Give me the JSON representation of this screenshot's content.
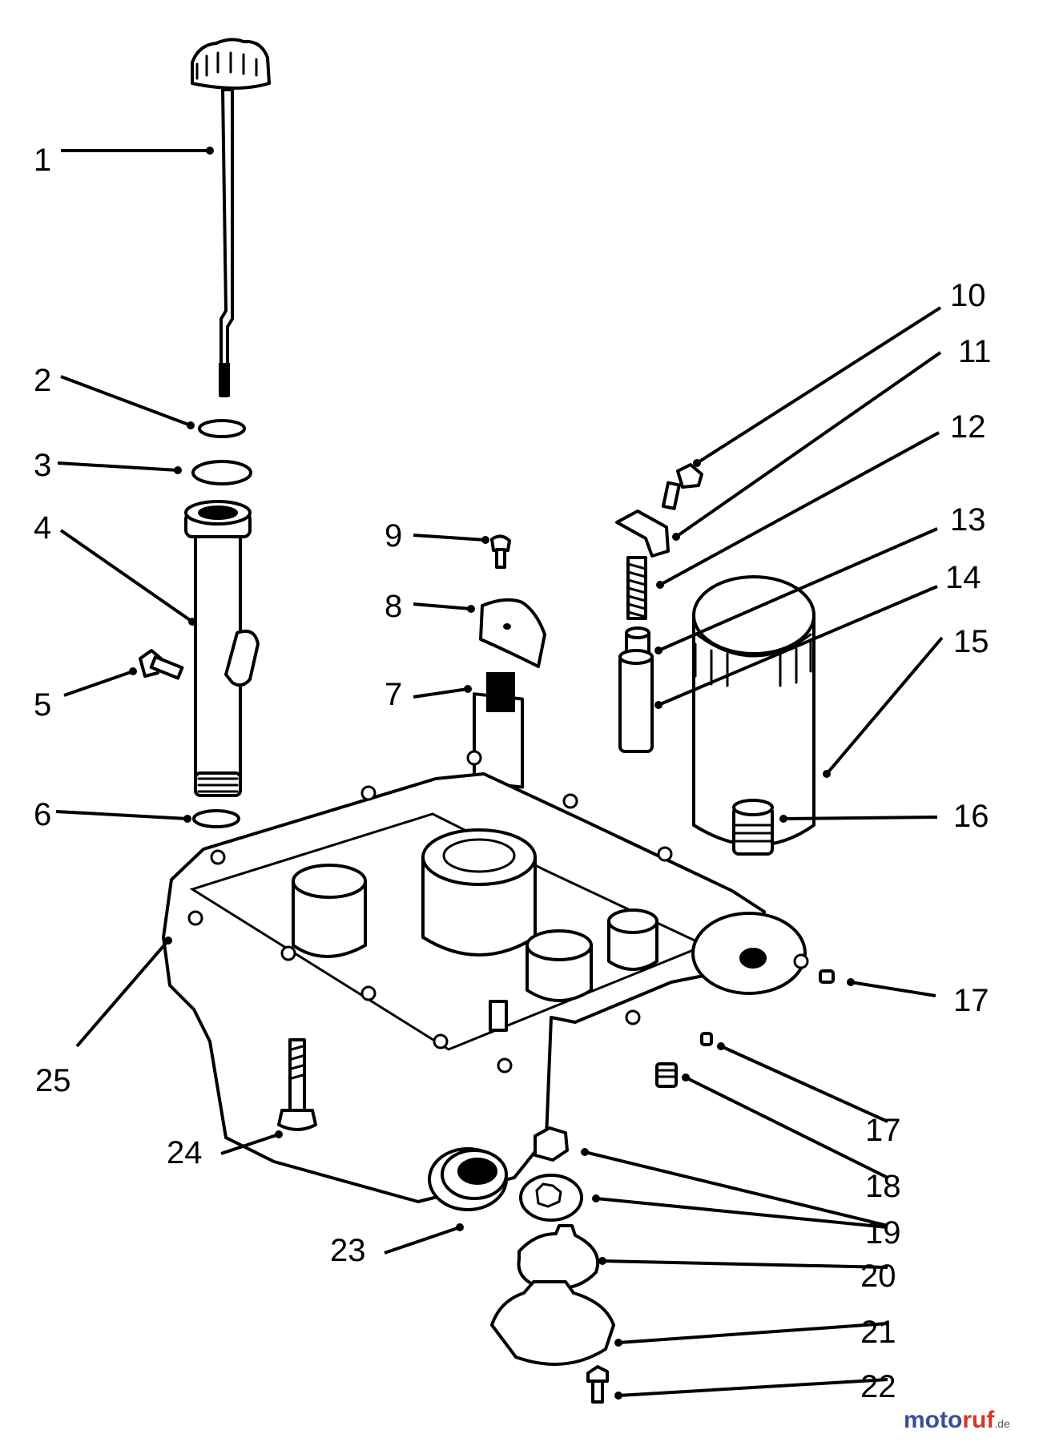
{
  "callouts": [
    "1",
    "2",
    "3",
    "4",
    "5",
    "6",
    "7",
    "8",
    "9",
    "10",
    "11",
    "12",
    "13",
    "14",
    "15",
    "16",
    "17",
    "17",
    "18",
    "19",
    "20",
    "21",
    "22",
    "23",
    "24",
    "25"
  ],
  "watermark": {
    "brand_a": "moto",
    "brand_b": "ruf",
    "tld": ".de"
  }
}
